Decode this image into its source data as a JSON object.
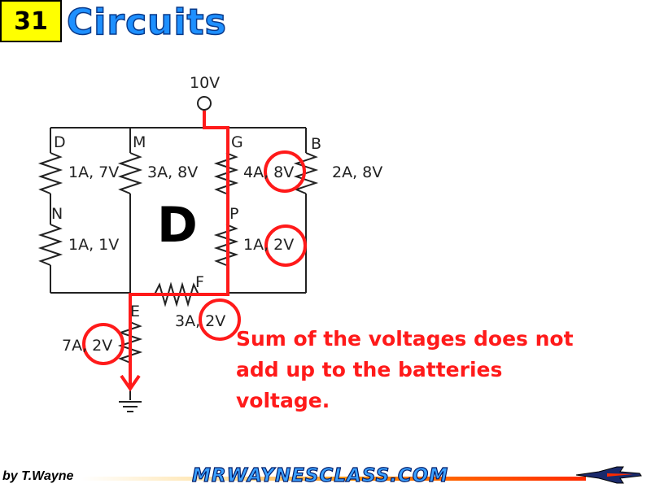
{
  "header": {
    "slide_number": "31",
    "title": "Circuits"
  },
  "circuit": {
    "source_label": "10V",
    "nodes": {
      "D": "D",
      "M": "M",
      "G": "G",
      "B": "B",
      "N": "N",
      "P": "P",
      "F": "F",
      "E": "E"
    },
    "resistors": {
      "r_d": "1A, 7V",
      "r_m": "3A, 8V",
      "r_g": "4A, 8V",
      "r_b": "2A, 8V",
      "r_n": "1A, 1V",
      "r_p": "1A, 2V",
      "r_f": "3A, 2V",
      "r_e": "7A, 2V"
    },
    "center_letter": "D"
  },
  "annotation": {
    "line1": "Sum of the voltages does not",
    "line2": "add up to the batteries",
    "line3": "voltage."
  },
  "footer": {
    "author": "by T.Wayne",
    "brand": "MRWAYNESCLASS.COM"
  },
  "colors": {
    "highlight": "#ff1a1a",
    "title_blue": "#1e90ff",
    "badge_yellow": "#ffff00"
  }
}
